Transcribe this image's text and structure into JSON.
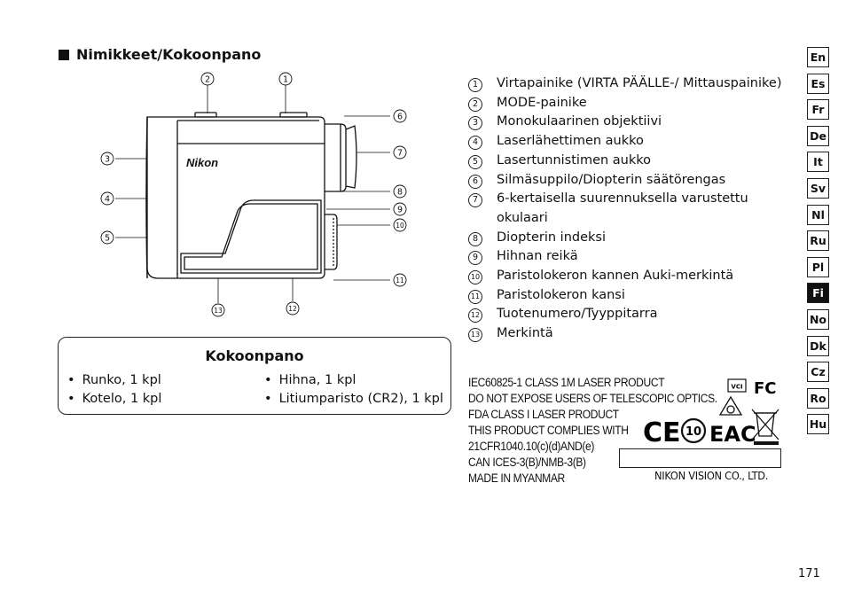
{
  "heading": "Nimikkeet/Kokoonpano",
  "diagram": {
    "brand": "Nikon",
    "callouts": [
      "1",
      "2",
      "3",
      "4",
      "5",
      "6",
      "7",
      "8",
      "9",
      "10",
      "11",
      "12",
      "13"
    ]
  },
  "parts": [
    {
      "num": "1",
      "text": "Virtapainike (VIRTA PÄÄLLE-/ Mittauspainike)"
    },
    {
      "num": "2",
      "text": "MODE-painike"
    },
    {
      "num": "3",
      "text": "Monokulaarinen objektiivi"
    },
    {
      "num": "4",
      "text": "Laserlähettimen aukko"
    },
    {
      "num": "5",
      "text": "Lasertunnistimen aukko"
    },
    {
      "num": "6",
      "text": "Silmäsuppilo/Diopterin säätörengas"
    },
    {
      "num": "7",
      "text": "6-kertaisella suurennuksella varustettu okulaari"
    },
    {
      "num": "8",
      "text": "Diopterin indeksi"
    },
    {
      "num": "9",
      "text": "Hihnan reikä"
    },
    {
      "num": "10",
      "text": "Paristolokeron kannen Auki-merkintä"
    },
    {
      "num": "11",
      "text": "Paristolokeron kansi"
    },
    {
      "num": "12",
      "text": "Tuotenumero/Tyyppitarra"
    },
    {
      "num": "13",
      "text": "Merkintä"
    }
  ],
  "kokoonpano": {
    "title": "Kokoonpano",
    "items": [
      "Runko, 1 kpl",
      "Hihna, 1 kpl",
      "Kotelo, 1 kpl",
      "Litiumparisto (CR2), 1 kpl"
    ]
  },
  "compliance": {
    "lines": [
      "IEC60825-1 CLASS 1M LASER PRODUCT",
      "DO NOT EXPOSE USERS OF TELESCOPIC OPTICS.",
      "FDA CLASS I LASER PRODUCT",
      "THIS PRODUCT COMPLIES WITH",
      "21CFR1040.10(c)(d)AND(e)",
      "CAN ICES-3(B)/NMB-3(B)",
      "MADE IN MYANMAR"
    ],
    "maker": "NIKON VISION CO., LTD.",
    "marks": {
      "vcci": "VCI",
      "fc": "FC",
      "ce": "CE",
      "eac": "EAC",
      "ten": "10"
    }
  },
  "languages": [
    "En",
    "Es",
    "Fr",
    "De",
    "It",
    "Sv",
    "Nl",
    "Ru",
    "Pl",
    "Fi",
    "No",
    "Dk",
    "Cz",
    "Ro",
    "Hu"
  ],
  "active_language": "Fi",
  "page_number": "171"
}
